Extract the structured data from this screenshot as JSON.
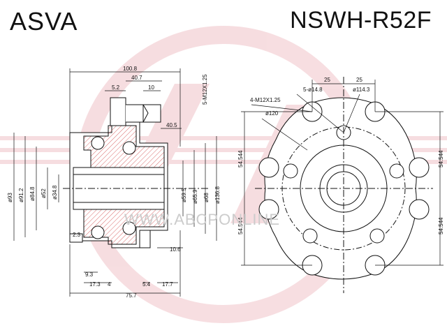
{
  "header": {
    "brand": "ASVA",
    "part_number": "NSWH-R52F"
  },
  "watermark": "WWW.ABCPONLINE",
  "colors": {
    "watermark_red": "#e8a0a8",
    "hatch": "#d96a6a",
    "line": "#111111"
  },
  "side_view": {
    "dim_overall_width": "100.8",
    "dim_stud_offset": "40.7",
    "dim_5_2": "5.2",
    "dim_10": "10",
    "dim_40_5": "40.5",
    "stud_thread": "5-M12X1.25",
    "dia_93": "ø93",
    "dia_91_2": "ø91.2",
    "dia_84_8": "ø84.8",
    "dia_52": "ø52",
    "dia_34_8": "ø34.8",
    "dia_59_5": "ø59.5",
    "dia_65_9": "ø65.9",
    "dia_68": "ø68",
    "dia_136_8": "ø136.8",
    "dim_2_3": "2.3",
    "dim_10_6": "10.6",
    "dim_9_3": "9.3",
    "dim_17_3": "17.3",
    "dim_4": "4",
    "dim_5_4": "5.4",
    "dim_17_7": "17.7",
    "dim_75_7": "75.7"
  },
  "front_view": {
    "dim_25_left": "25",
    "dim_25_right": "25",
    "bolt_holes": "4-M12X1.25",
    "stud_holes": "5-ø14.8",
    "pcd_114": "ø114.3",
    "pcd_120": "ø120",
    "dim_54_544_ul": "54.544",
    "dim_54_544_ur": "54.544",
    "dim_54_544_ll": "54.544",
    "dim_54_544_lr": "54.544"
  }
}
